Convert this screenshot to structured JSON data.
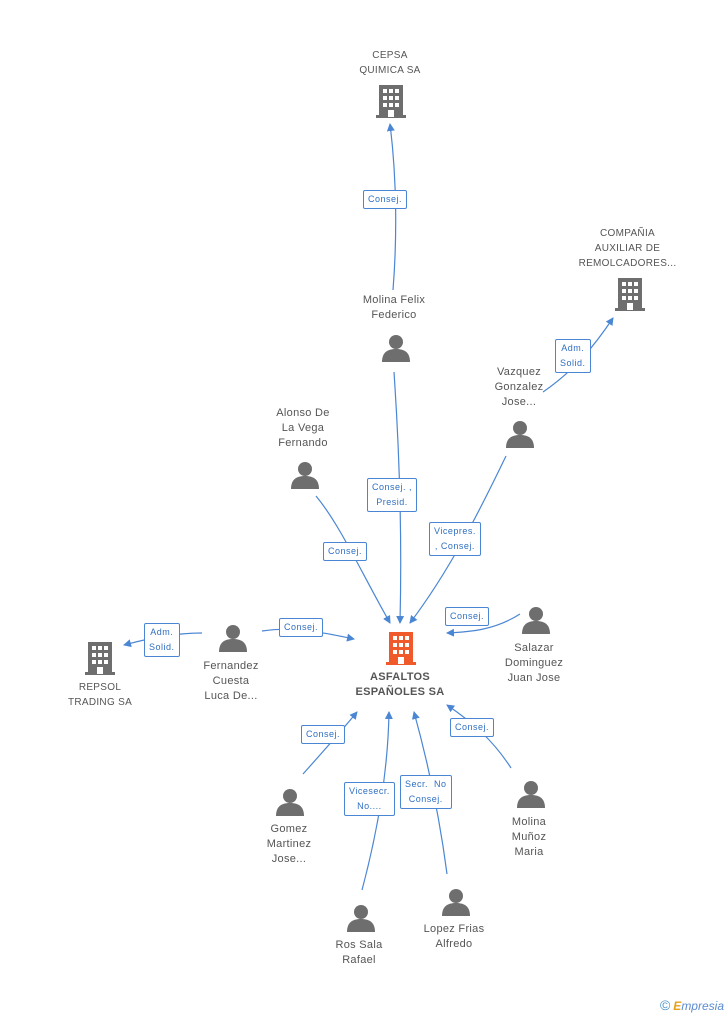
{
  "nodes": {
    "center": [
      "ASFALTOS",
      "ESPAÑOLES SA"
    ],
    "cepsa": [
      "CEPSA",
      "QUIMICA SA"
    ],
    "compania": [
      "COMPAÑIA",
      "AUXILIAR DE",
      "REMOLCADORES..."
    ],
    "repsol": [
      "REPSOL",
      "TRADING SA"
    ],
    "molina_felix": [
      "Molina Felix",
      "Federico"
    ],
    "vazquez": [
      "Vazquez",
      "Gonzalez",
      "Jose..."
    ],
    "alonso": [
      "Alonso De",
      "La Vega",
      "Fernando"
    ],
    "fernandez": [
      "Fernandez",
      "Cuesta",
      "Luca De..."
    ],
    "salazar": [
      "Salazar",
      "Dominguez",
      "Juan Jose"
    ],
    "gomez": [
      "Gomez",
      "Martinez",
      "Jose..."
    ],
    "molina_munoz": [
      "Molina",
      "Muñoz",
      "Maria"
    ],
    "ros": [
      "Ros Sala",
      "Rafael"
    ],
    "lopez": [
      "Lopez Frias",
      "Alfredo"
    ]
  },
  "edges": {
    "consej_cepsa": [
      "Consej."
    ],
    "adm_compania": [
      "Adm.",
      "Solid."
    ],
    "consej_presid": [
      "Consej. ,",
      "Presid."
    ],
    "vicepres": [
      "Vicepres.",
      ", Consej."
    ],
    "consej_alonso": [
      "Consej."
    ],
    "consej_fernandez": [
      "Consej."
    ],
    "adm_repsol": [
      "Adm.",
      "Solid."
    ],
    "consej_salazar": [
      "Consej."
    ],
    "consej_gomez": [
      "Consej."
    ],
    "vicesecr": [
      "Vicesecr.",
      "No...."
    ],
    "secr": [
      "Secr.  No",
      "Consej."
    ],
    "consej_molina_munoz": [
      "Consej."
    ]
  },
  "colors": {
    "edge": "#4a86d4",
    "node_gray": "#6e6e6e",
    "center": "#f05a2a"
  },
  "copyright": {
    "symbol": "©",
    "brand_e": "E",
    "brand_rest": "mpresia"
  }
}
